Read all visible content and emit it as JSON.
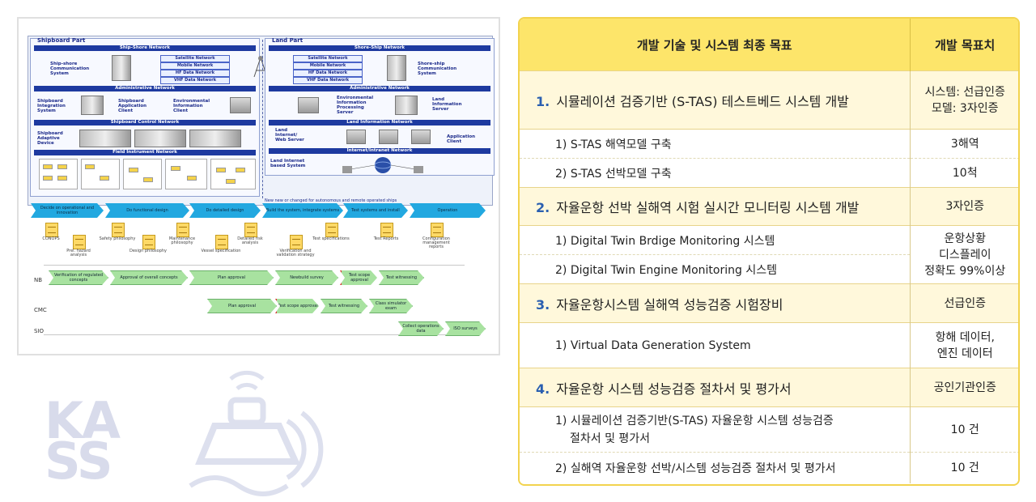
{
  "figure": {
    "network": {
      "left_title": "Shipboard Part",
      "right_title": "Land Part",
      "left_bars": [
        "Ship-Shore Network",
        "Administrative Network",
        "Shipboard Control Network",
        "Field Instrument Network"
      ],
      "right_bars": [
        "Shore-Ship Network",
        "Administrative Network",
        "Land Information Network",
        "Internet/Intranet Network"
      ],
      "comm_links_left": [
        "Satellite Network",
        "Mobile Network",
        "HF Data Network",
        "VHF Data Network"
      ],
      "comm_links_right": [
        "Satellite Network",
        "Mobile Network",
        "HF Data Network",
        "VHF Data Network"
      ],
      "left_nodes": [
        "Ship-shore Communication System",
        "Shipboard Integration System",
        "Shipboard Application Client",
        "Environmental Information Client",
        "Shipboard Adaptive Device"
      ],
      "right_nodes": [
        "Shore-ship Communication System",
        "Environmental Information Processing Server",
        "Land Information Server",
        "Land Internet/ Web Server",
        "Application Client",
        "Land Internet based System"
      ],
      "note": "New new or changed for autonomous and remote operated ships"
    },
    "gantt": {
      "phases": [
        "Decide on operational and innovation",
        "Do functional design",
        "Do detailed design",
        "Build the system, integrate systems",
        "Test systems and install",
        "Operation"
      ],
      "documents": [
        "CONOPS",
        "Prel. hazard analysis",
        "Safety philosophy",
        "Design philosophy",
        "Maintenance philosophy",
        "Vessel specification",
        "Detailed risk analysis",
        "Verification and validation strategy",
        "Test specifications",
        "Test Reports",
        "Configuration management reports"
      ],
      "rows": [
        {
          "label": "NB",
          "steps": [
            "Verification of regulated concepts",
            "Approval of overall concepts",
            "Plan approval",
            "Newbuild survey",
            "Test scope approval",
            "Test witnessing"
          ]
        },
        {
          "label": "CMC",
          "steps": [
            "Plan approval",
            "Test scope approval",
            "Test witnessing",
            "Class simulator exam"
          ]
        },
        {
          "label": "SIO",
          "steps": [
            "Collect operations data",
            "ISO surveys"
          ]
        }
      ]
    }
  },
  "watermark": {
    "line1": "KA",
    "line2": "SS"
  },
  "table": {
    "header_goal": "개발 기술 및 시스템 최종 목표",
    "header_target": "개발 목표치",
    "groups": [
      {
        "num": "1.",
        "title": "시뮬레이션 검증기반 (S-TAS) 테스트베드 시스템 개발",
        "target_line1": "시스템: 선급인증",
        "target_line2": "모델: 3자인증",
        "subs": [
          {
            "title": "1) S-TAS 해역모델 구축",
            "target": "3해역"
          },
          {
            "title": "2) S-TAS 선박모델 구축",
            "target": "10척"
          }
        ]
      },
      {
        "num": "2.",
        "title": "자율운항 선박 실해역 시험 실시간 모니터링 시스템 개발",
        "target_line1": "3자인증",
        "subs": [
          {
            "title": "1) Digital Twin Brdige Monitoring 시스템"
          },
          {
            "title": "2) Digital Twin Engine Monitoring 시스템"
          }
        ],
        "merged_target_line1": "운항상황",
        "merged_target_line2": "디스플레이",
        "merged_target_line3": "정확도  99%이상"
      },
      {
        "num": "3.",
        "title": "자율운항시스템 실해역 성능검증 시험장비",
        "target_line1": "선급인증",
        "subs": [
          {
            "title": "1) Virtual Data Generation System",
            "target_line1": "항해 데이터,",
            "target_line2": "엔진 데이터"
          }
        ]
      },
      {
        "num": "4.",
        "title": "자율운항 시스템 성능검증 절차서 및 평가서",
        "target_line1": "공인기관인증",
        "subs": [
          {
            "title_line1": "1) 시뮬레이션 검증기반(S-TAS) 자율운항 시스템 성능검증",
            "title_line2": "절차서 및 평가서",
            "target": "10 건"
          },
          {
            "title": "2) 실해역 자율운항 선박/시스템 성능검증 절차서 및 평가서",
            "target": "10 건"
          }
        ]
      }
    ]
  }
}
